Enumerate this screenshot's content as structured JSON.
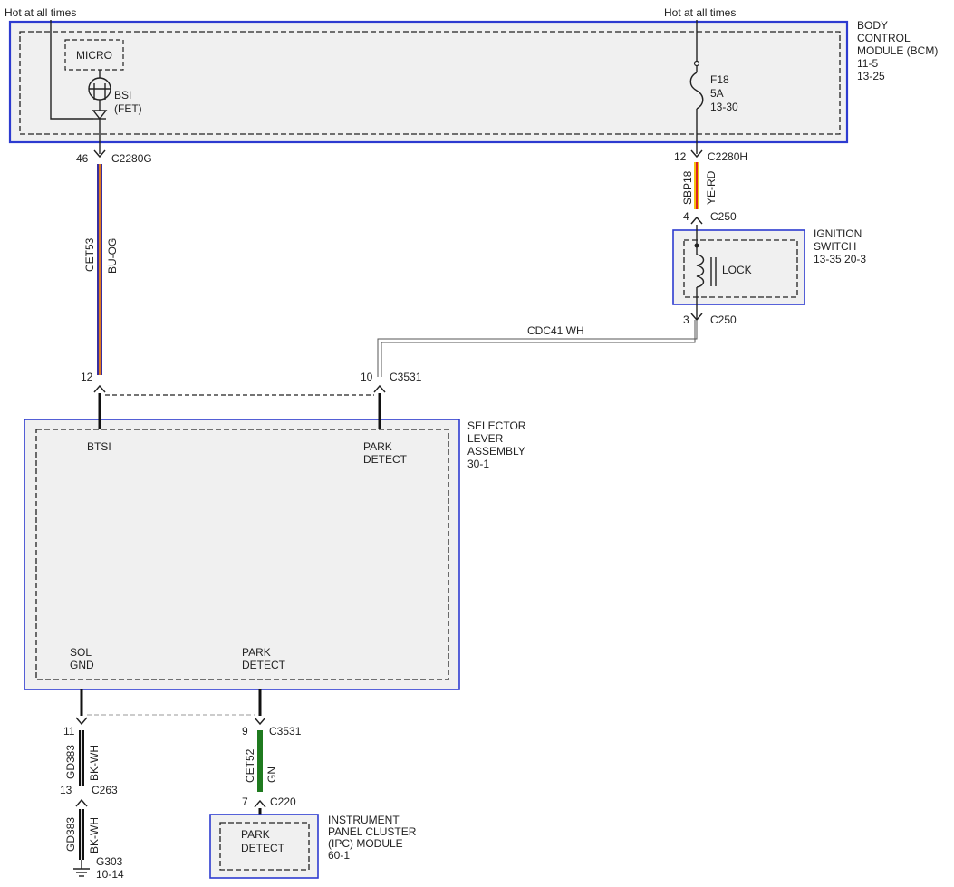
{
  "hot_left": "Hot at all times",
  "hot_right": "Hot at all times",
  "bcm": {
    "line1": "BODY",
    "line2": "CONTROL",
    "line3": "MODULE (BCM)",
    "ref1": "11-5",
    "ref2": "13-25"
  },
  "micro": "MICRO",
  "bsi": {
    "line1": "BSI",
    "line2": "(FET)"
  },
  "fuse": {
    "name": "F18",
    "rating": "5A",
    "ref": "13-30"
  },
  "c2280g": {
    "pin": "46",
    "name": "C2280G"
  },
  "c2280h": {
    "pin": "12",
    "name": "C2280H"
  },
  "wire_cet53": {
    "circuit": "CET53",
    "color": "BU-OG",
    "hex1": "#3a2f9e",
    "hex2": "#e07a20"
  },
  "wire_sbp18": {
    "circuit": "SBP18",
    "color": "YE-RD",
    "hex1": "#f2c40f",
    "hex2": "#d22"
  },
  "c250_top": {
    "pin": "4",
    "name": "C250"
  },
  "ignition": {
    "line1": "IGNITION",
    "line2": "SWITCH",
    "ref": "13-35  20-3",
    "lock": "LOCK"
  },
  "c250_bottom": {
    "pin": "3",
    "name": "C250"
  },
  "cdc41": "CDC41   WH",
  "c_left12": {
    "pin": "12"
  },
  "c3531_top": {
    "pin": "10",
    "name": "C3531"
  },
  "sla": {
    "line1": "SELECTOR",
    "line2": "LEVER",
    "line3": "ASSEMBLY",
    "ref": "30-1"
  },
  "btsi": "BTSI",
  "park_detect_top": {
    "line1": "PARK",
    "line2": "DETECT"
  },
  "sol_gnd": {
    "line1": "SOL",
    "line2": "GND"
  },
  "park_detect_bottom": {
    "line1": "PARK",
    "line2": "DETECT"
  },
  "pin11": "11",
  "wire_gd383_a": {
    "circuit": "GD383",
    "color": "BK-WH"
  },
  "c263": {
    "pin": "13",
    "name": "C263"
  },
  "wire_gd383_b": {
    "circuit": "GD383",
    "color": "BK-WH"
  },
  "g303": {
    "name": "G303",
    "ref": "10-14"
  },
  "c3531_bottom": {
    "pin": "9",
    "name": "C3531"
  },
  "wire_cet52": {
    "circuit": "CET52",
    "color": "GN",
    "hex": "#1f7a1f"
  },
  "c220": {
    "pin": "7",
    "name": "C220"
  },
  "ipc": {
    "line1": "INSTRUMENT",
    "line2": "PANEL CLUSTER",
    "line3": "(IPC) MODULE",
    "ref": "60-1",
    "inner1": "PARK",
    "inner2": "DETECT"
  }
}
